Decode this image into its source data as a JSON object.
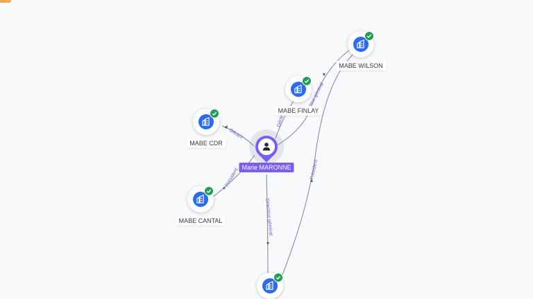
{
  "center": {
    "name": "Marie MARONNE",
    "icon": "person-icon",
    "color": "#7b5cf5"
  },
  "companies": [
    {
      "id": "wilson",
      "name": "MABE WILSON",
      "icon": "building-icon",
      "verified": true
    },
    {
      "id": "finlay",
      "name": "MABE FINLAY",
      "icon": "building-icon",
      "verified": true
    },
    {
      "id": "cdr",
      "name": "MABE CDR",
      "icon": "building-icon",
      "verified": true
    },
    {
      "id": "cantal",
      "name": "MABE CANTAL",
      "icon": "building-icon",
      "verified": true
    },
    {
      "id": "bottom",
      "name": "",
      "icon": "building-icon",
      "verified": true
    }
  ],
  "edges": [
    {
      "to": "cdr",
      "label": "Gérant"
    },
    {
      "to": "finlay",
      "label": "Gérant"
    },
    {
      "to": "wilson",
      "label": "Directeur général"
    },
    {
      "to": "cantal",
      "label": "Président"
    },
    {
      "to": "bottom",
      "label": "Directeur général"
    },
    {
      "from": "bottom",
      "to": "wilson",
      "label": "Président"
    }
  ],
  "colors": {
    "company": "#2a6bf0",
    "verified": "#1f9d57",
    "edge": "#7a8494",
    "edge_label": "#6a5ce0"
  }
}
